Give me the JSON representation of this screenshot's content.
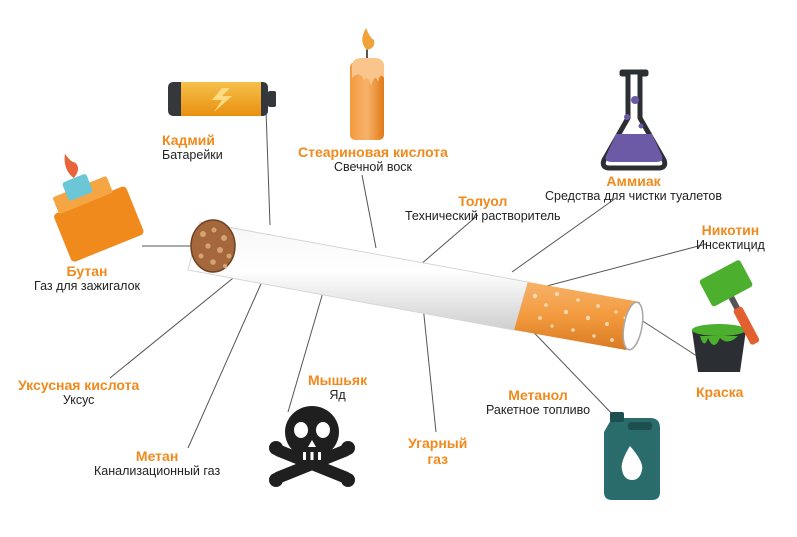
{
  "colors": {
    "accent": "#f08a1c",
    "text": "#222222",
    "line": "#555555",
    "flask_liquid": "#6c5aa6",
    "icon_dark": "#2b2f33",
    "paint_green": "#4caf2e",
    "canister_teal": "#2a6b6b"
  },
  "labels": [
    {
      "key": "cadmium",
      "title": "Кадмий",
      "desc": "Батарейки",
      "icon": "battery-icon"
    },
    {
      "key": "stearic",
      "title": "Стеариновая кислота",
      "desc": "Свечной воск",
      "icon": "candle-icon"
    },
    {
      "key": "ammonia",
      "title": "Аммиак",
      "desc": "Средства для чистки туалетов",
      "icon": "flask-icon"
    },
    {
      "key": "toluene",
      "title": "Толуол",
      "desc": "Технический растворитель",
      "icon": ""
    },
    {
      "key": "nicotine",
      "title": "Никотин",
      "desc": "Инсектицид",
      "icon": ""
    },
    {
      "key": "butane",
      "title": "Бутан",
      "desc": "Газ для зажигалок",
      "icon": "lighter-icon"
    },
    {
      "key": "paint",
      "title": "Краска",
      "desc": "",
      "icon": "paint-bucket-icon"
    },
    {
      "key": "acetic",
      "title": "Уксусная кислота",
      "desc": "Уксус",
      "icon": ""
    },
    {
      "key": "arsenic",
      "title": "Мышьяк",
      "desc": "Яд",
      "icon": "skull-crossbones-icon"
    },
    {
      "key": "methanol",
      "title": "Метанол",
      "desc": "Ракетное топливо",
      "icon": "fuel-canister-icon"
    },
    {
      "key": "methane",
      "title": "Метан",
      "desc": "Канализационный газ",
      "icon": ""
    },
    {
      "key": "co",
      "title": "Угарный газ",
      "title_lines": [
        "Угарный",
        "газ"
      ],
      "desc": "",
      "icon": ""
    }
  ]
}
